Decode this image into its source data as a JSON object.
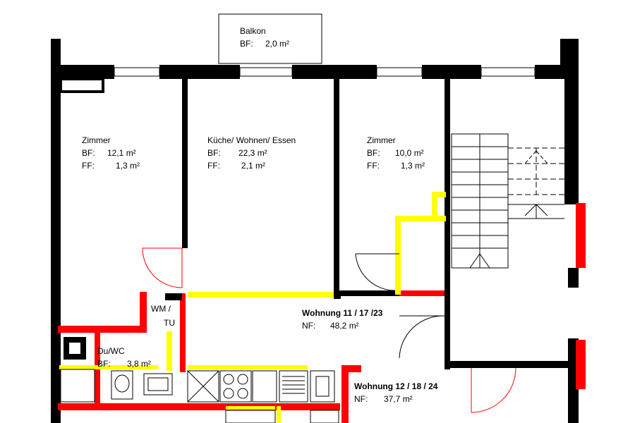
{
  "rooms": [
    {
      "name": "Balkon",
      "bf_label": "BF:",
      "bf_value": "2,0 m²"
    },
    {
      "name": "Zimmer",
      "bf_label": "BF:",
      "bf_value": "12,1 m²",
      "ff_label": "FF:",
      "ff_value": "1,3 m²"
    },
    {
      "name": "Küche/ Wohnen/ Essen",
      "bf_label": "BF:",
      "bf_value": "22,3 m²",
      "ff_label": "FF:",
      "ff_value": "2,1 m²"
    },
    {
      "name": "Zimmer",
      "bf_label": "BF:",
      "bf_value": "10,0 m²",
      "ff_label": "FF:",
      "ff_value": "1,3 m²"
    },
    {
      "name_line1": "WM /",
      "name_line2": "TU"
    },
    {
      "name": "Du/WC",
      "bf_label": "BF:",
      "bf_value": "3,8 m²"
    }
  ],
  "units": [
    {
      "title": "Wohnung 11 / 17 /23",
      "nf_label": "NF:",
      "nf_value": "48,2 m²"
    },
    {
      "title": "Wohnung 12 / 18 / 24",
      "nf_label": "NF:",
      "nf_value": "37,7 m²"
    }
  ],
  "colors": {
    "wall": "#000000",
    "demolition": "#ff0000",
    "new_construction": "#ffff00",
    "background": "#ffffff"
  }
}
